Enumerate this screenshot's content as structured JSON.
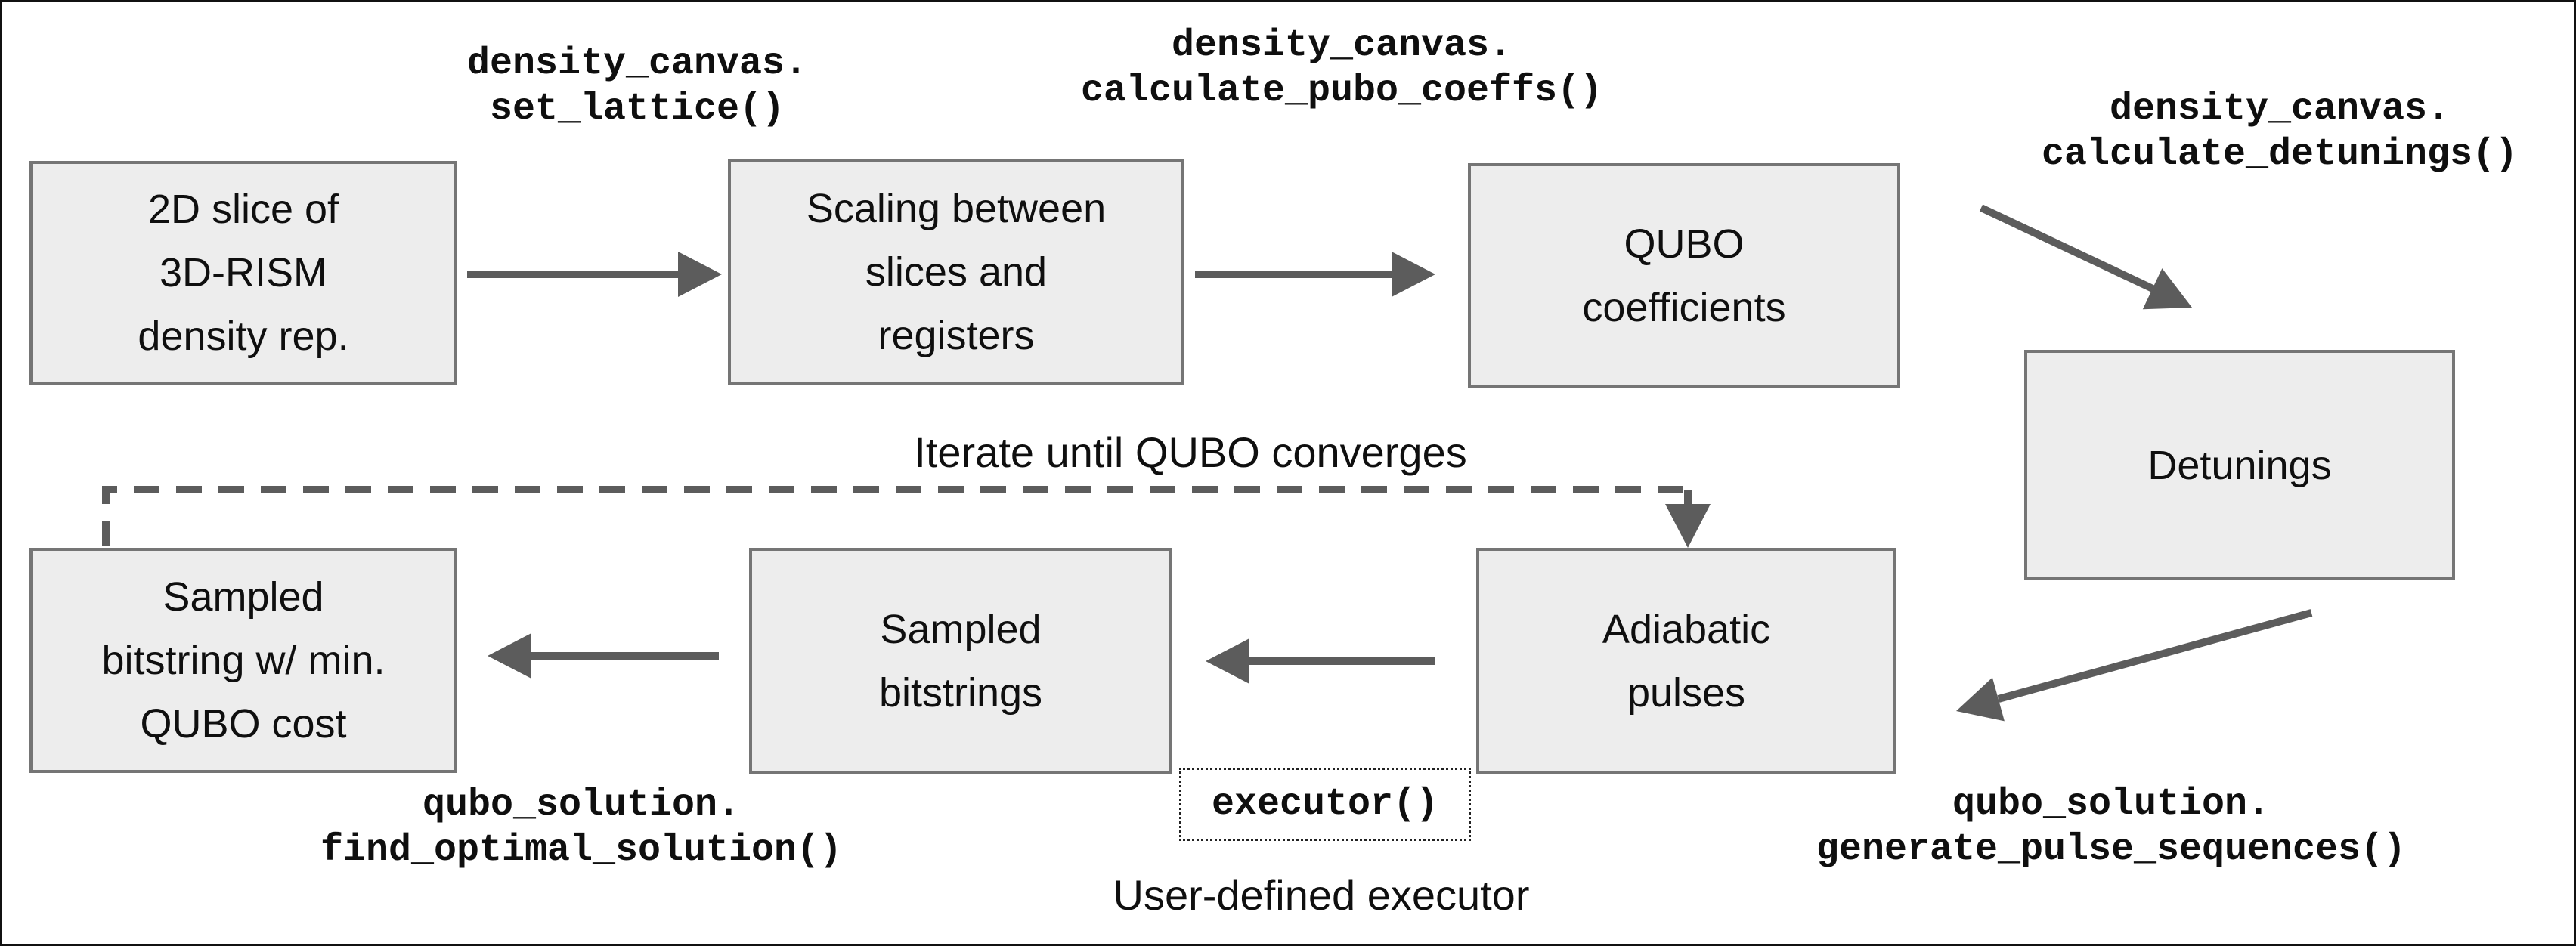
{
  "boxes": [
    {
      "label": "2D slice of\n3D-RISM\ndensity rep."
    },
    {
      "label": "Scaling between\nslices and\nregisters"
    },
    {
      "label": "QUBO\ncoefficients"
    },
    {
      "label": "Detunings"
    },
    {
      "label": "Sampled\nbitstring w/ min.\nQUBO cost"
    },
    {
      "label": "Sampled\nbitstrings"
    },
    {
      "label": "Adiabatic\npulses"
    }
  ],
  "code_labels": {
    "set_lattice": "density_canvas.\nset_lattice()",
    "calculate_pubo_coeffs": "density_canvas.\ncalculate_pubo_coeffs()",
    "calculate_detunings": "density_canvas.\ncalculate_detunings()",
    "find_optimal_solution": "qubo_solution.\nfind_optimal_solution()",
    "generate_pulse_sequences": "qubo_solution.\ngenerate_pulse_sequences()",
    "executor": "executor()"
  },
  "annotations": {
    "iterate": "Iterate until QUBO converges",
    "user_executor": "User-defined executor"
  },
  "colors": {
    "page_bg": "#ffffff",
    "box_fill": "#ededed",
    "box_border": "#757575",
    "arrow": "#5c5c5c",
    "text": "#0f0f0f"
  }
}
